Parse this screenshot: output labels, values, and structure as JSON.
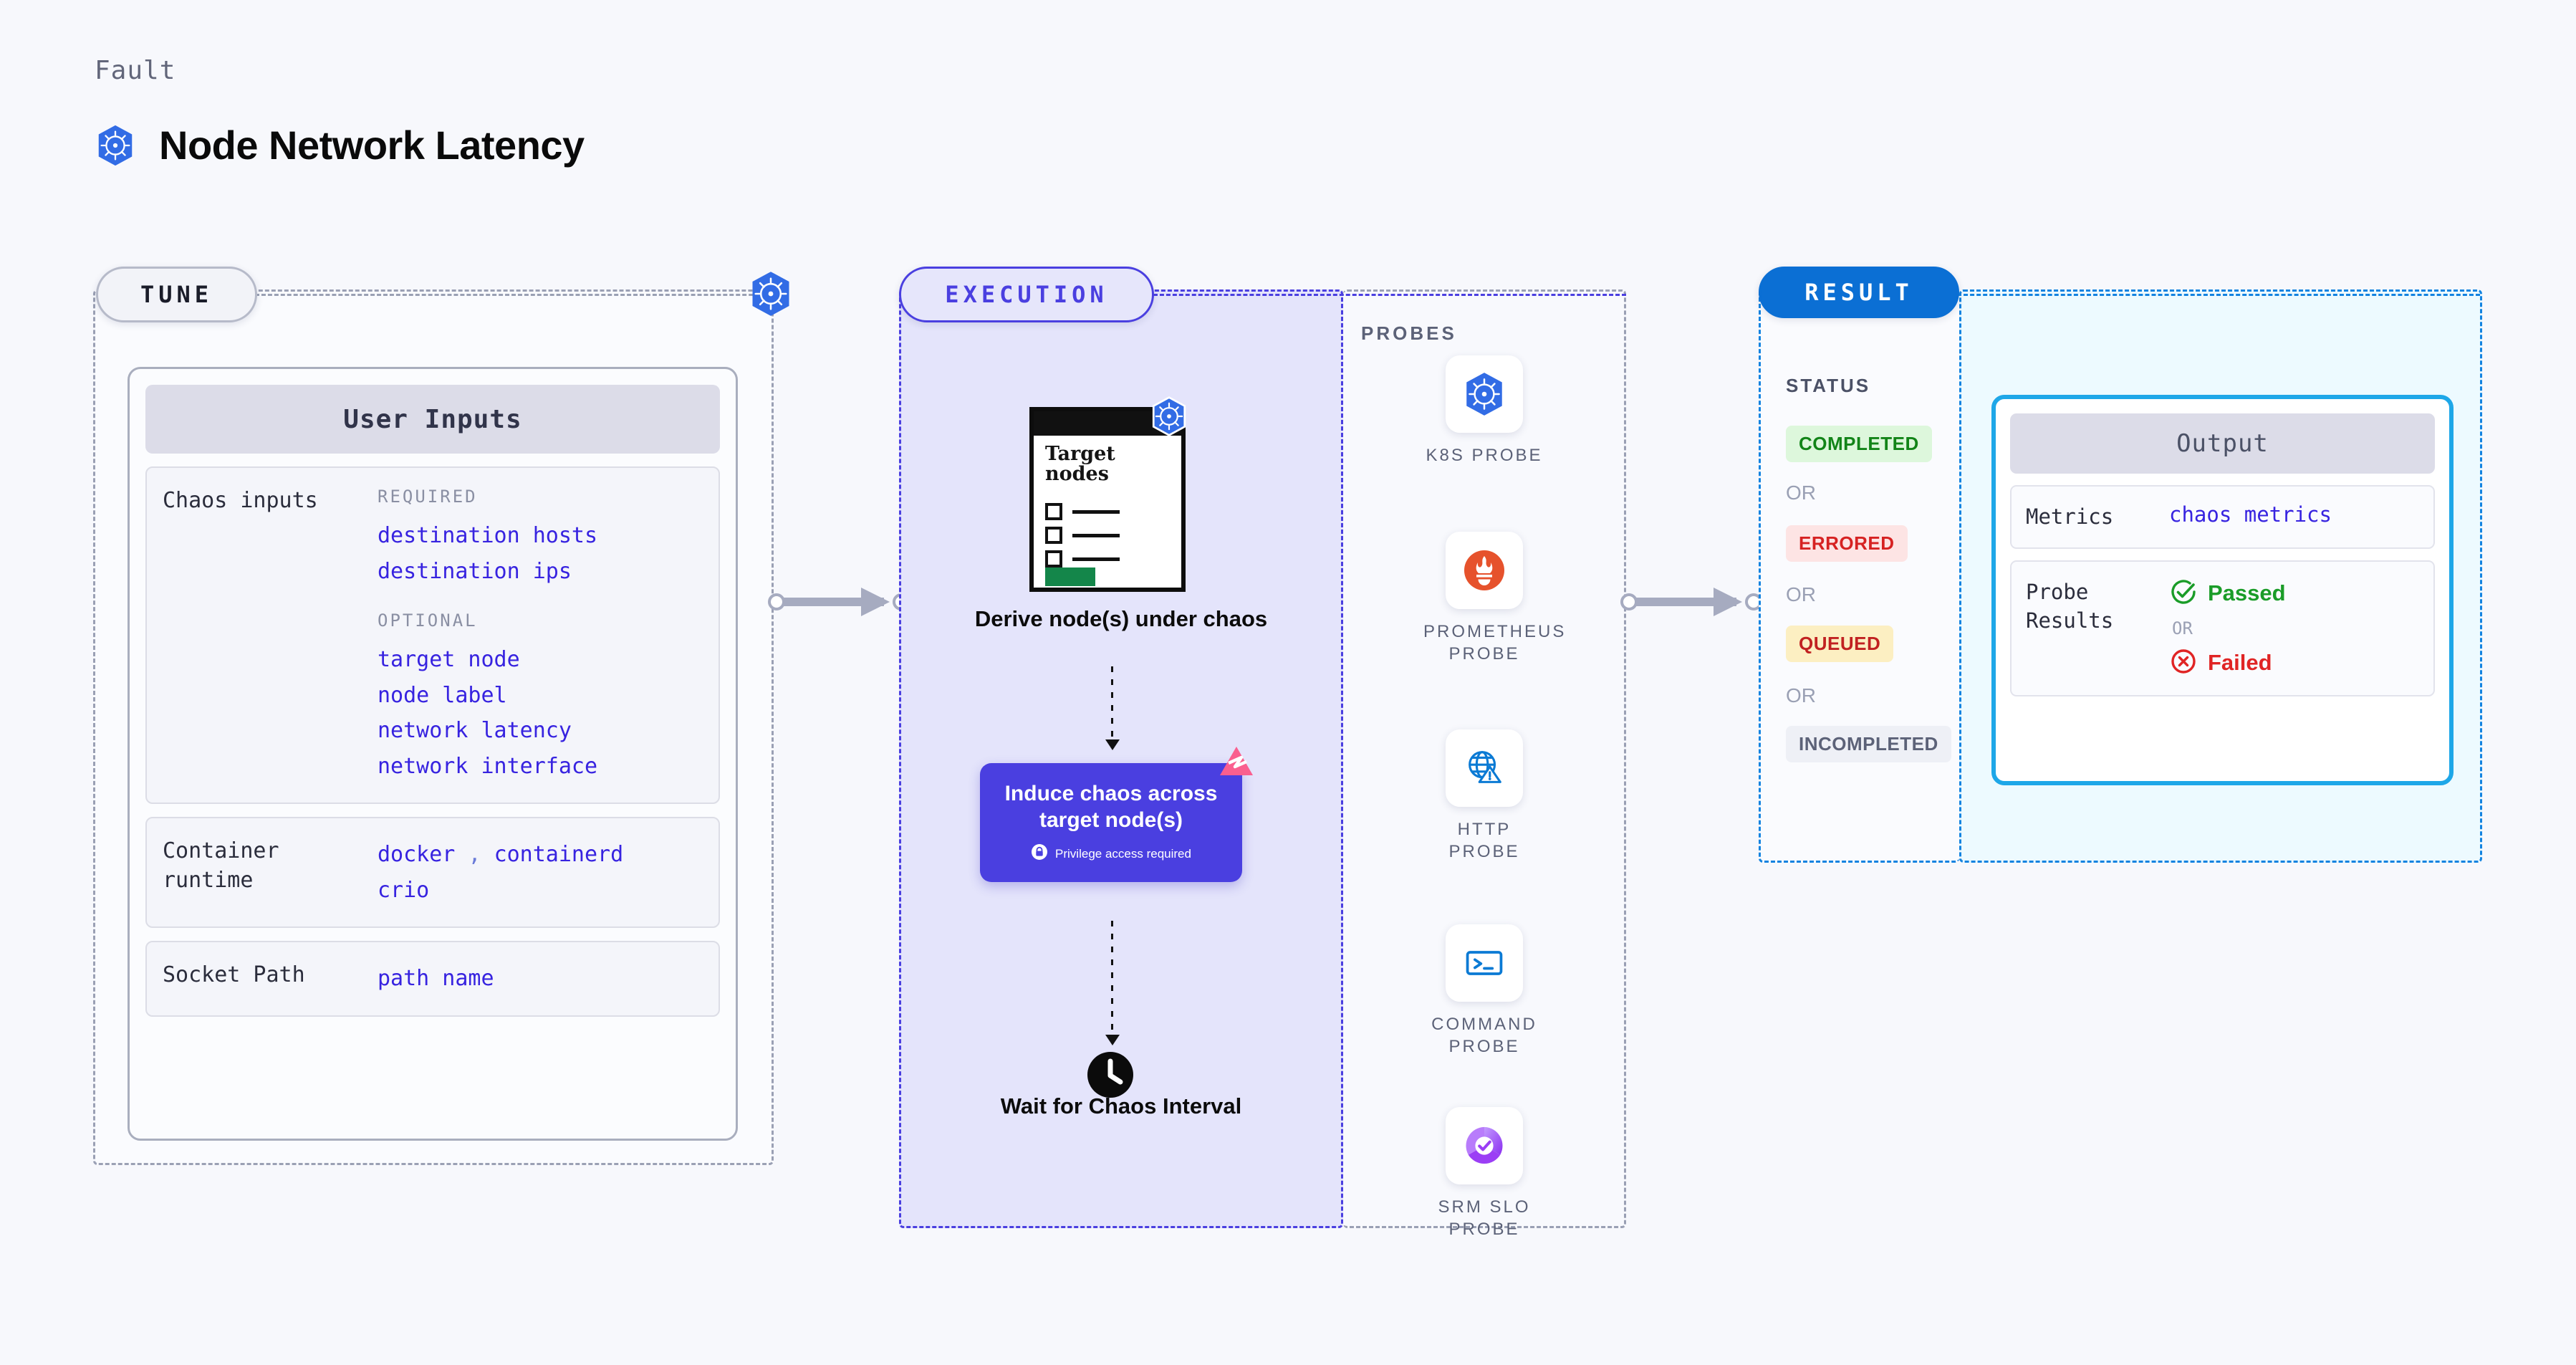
{
  "header": {
    "kicker": "Fault",
    "title": "Node Network Latency",
    "icon": "kubernetes-icon"
  },
  "tune": {
    "pill_label": "TUNE",
    "badge_icon": "kubernetes-icon",
    "card_title": "User Inputs",
    "sections": [
      {
        "key": "Chaos inputs",
        "groups": [
          {
            "label": "REQUIRED",
            "values": [
              "destination hosts",
              "destination ips"
            ]
          },
          {
            "label": "OPTIONAL",
            "values": [
              "target node",
              "node label",
              "network latency",
              "network interface"
            ]
          }
        ]
      },
      {
        "key": "Container runtime",
        "inline_values": [
          "docker",
          ",",
          "containerd"
        ],
        "wrapped_values": [
          "crio"
        ]
      },
      {
        "key": "Socket Path",
        "values": [
          "path name"
        ]
      }
    ]
  },
  "execution": {
    "pill_label": "EXECUTION",
    "steps": [
      {
        "id": "derive",
        "label": "Derive node(s) under chaos",
        "card_title": "Target nodes",
        "card_icon": "kubernetes-icon",
        "checkbox_count": 3
      },
      {
        "id": "induce",
        "label": "Induce chaos across target node(s)",
        "note": "Privilege access required",
        "note_icon": "lock-icon",
        "corner_icon": "litmus-icon",
        "color": "#4a3fe0"
      },
      {
        "id": "wait",
        "label": "Wait for Chaos Interval",
        "icon": "clock-icon"
      }
    ]
  },
  "probes": {
    "title": "PROBES",
    "items": [
      {
        "name": "K8S PROBE",
        "icon": "kubernetes-icon"
      },
      {
        "name": "PROMETHEUS PROBE",
        "icon": "prometheus-icon"
      },
      {
        "name": "HTTP PROBE",
        "icon": "globe-warning-icon"
      },
      {
        "name": "COMMAND PROBE",
        "icon": "terminal-icon"
      },
      {
        "name": "SRM SLO PROBE",
        "icon": "srm-slo-icon"
      }
    ]
  },
  "result": {
    "pill_label": "RESULT",
    "status_title": "STATUS",
    "or_label": "OR",
    "statuses": [
      {
        "label": "COMPLETED",
        "bg": "#ddf7dc",
        "fg": "#128418"
      },
      {
        "label": "ERRORED",
        "bg": "#fde4e4",
        "fg": "#d62222"
      },
      {
        "label": "QUEUED",
        "bg": "#fcefc2",
        "fg": "#c12121"
      },
      {
        "label": "INCOMPLETED",
        "bg": "#eef0f6",
        "fg": "#5c6278"
      }
    ]
  },
  "output": {
    "card_title": "Output",
    "rows": [
      {
        "key": "Metrics",
        "value": "chaos metrics"
      },
      {
        "key": "Probe Results",
        "pass_label": "Passed",
        "or_label": "OR",
        "fail_label": "Failed",
        "pass_icon": "check-circle-icon",
        "fail_icon": "x-circle-icon"
      }
    ]
  },
  "colors": {
    "accent_purple": "#4a3fe0",
    "accent_blue": "#0b6fd4",
    "accent_cyan": "#1ea7e8",
    "k8s_blue": "#326ce5",
    "litmus_pink": "#fa5f8f",
    "value_blue": "#3723e0"
  }
}
